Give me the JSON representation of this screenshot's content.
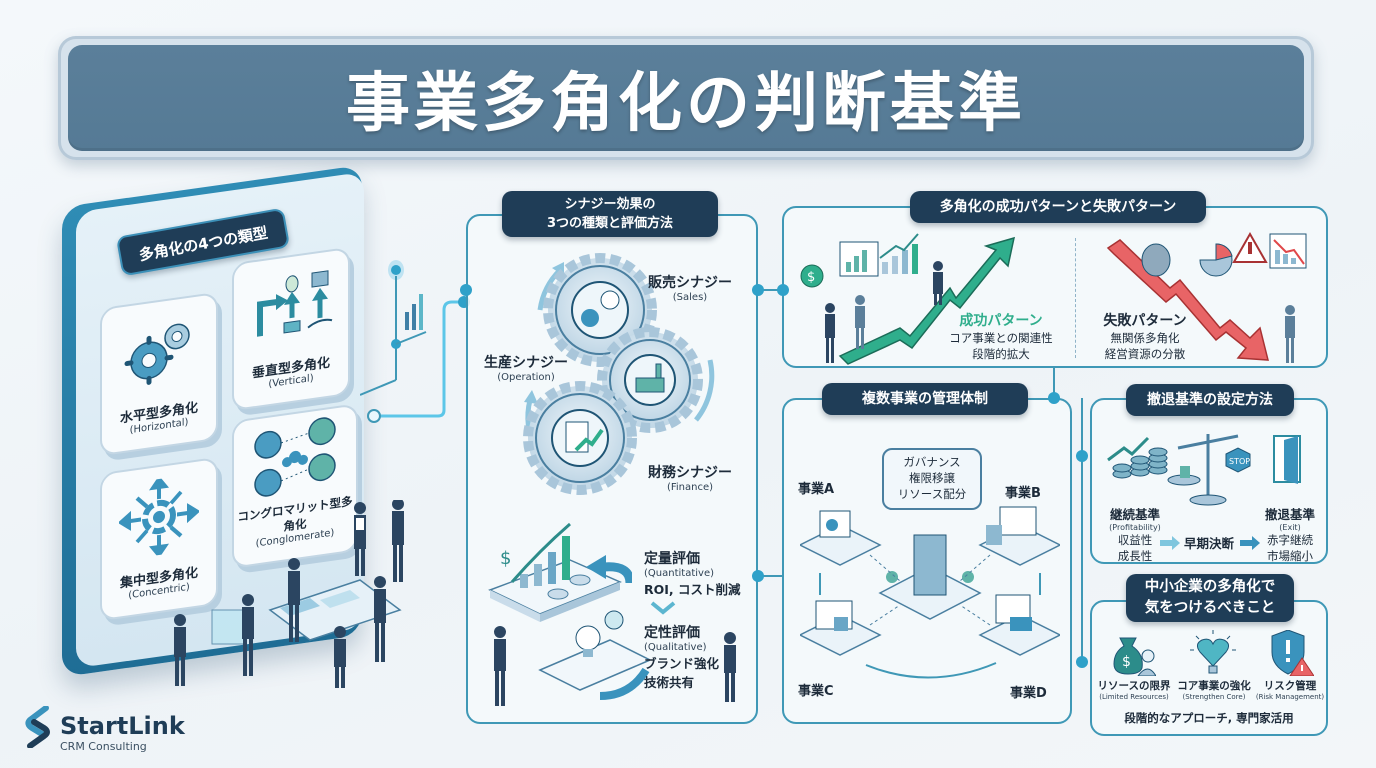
{
  "header": {
    "title": "事業多角化の判断基準"
  },
  "types_section": {
    "title": "多角化の4つの類型",
    "types": [
      {
        "jp": "水平型多角化",
        "en": "(Horizontal)",
        "icon": "gears-icon"
      },
      {
        "jp": "垂直型多角化",
        "en": "(Vertical)",
        "icon": "supply-chain-icon"
      },
      {
        "jp": "集中型多角化",
        "en": "(Concentric)",
        "icon": "radial-arrows-icon"
      },
      {
        "jp": "コングロマリット型多角化",
        "en": "(Conglomerate)",
        "icon": "network-icon"
      }
    ]
  },
  "synergy_section": {
    "title_line1": "シナジー効果の",
    "title_line2": "3つの種類と評価方法",
    "synergies": [
      {
        "jp": "販売シナジー",
        "en": "(Sales)"
      },
      {
        "jp": "生産シナジー",
        "en": "(Operation)"
      },
      {
        "jp": "財務シナジー",
        "en": "(Finance)"
      }
    ],
    "evaluation": {
      "quantitative": {
        "jp": "定量評価",
        "en": "(Quantitative)",
        "detail": "ROI, コスト削減"
      },
      "qualitative": {
        "jp": "定性評価",
        "en": "(Qualitative)",
        "detail_1": "ブランド強化",
        "detail_2": "技術共有"
      }
    }
  },
  "patterns_section": {
    "title": "多角化の成功パターンと失敗パターン",
    "success": {
      "title": "成功パターン",
      "line1": "コア事業との関連性",
      "line2": "段階的拡大",
      "color": "#2fae8c"
    },
    "failure": {
      "title": "失敗パターン",
      "line1": "無関係多角化",
      "line2": "経営資源の分散",
      "color": "#e0484a"
    }
  },
  "management_section": {
    "title": "複数事業の管理体制",
    "hub_lines": [
      "ガバナンス",
      "権限移譲",
      "リソース配分"
    ],
    "businesses": [
      "事業A",
      "事業B",
      "事業C",
      "事業D"
    ]
  },
  "exit_section": {
    "title": "撤退基準の設定方法",
    "continue": {
      "jp": "継続基準",
      "en": "(Profitability)",
      "line1": "収益性",
      "line2": "成長性"
    },
    "middle": "早期決断",
    "exit": {
      "jp": "撤退基準",
      "en": "(Exit)",
      "line1": "赤字継続",
      "line2": "市場縮小"
    },
    "stop_sign": "STOP"
  },
  "sme_section": {
    "title_line1": "中小企業の多角化で",
    "title_line2": "気をつけるべきこと",
    "items": [
      {
        "jp": "リソースの限界",
        "en": "(Limited Resources)",
        "icon": "money-bag-icon"
      },
      {
        "jp": "コア事業の強化",
        "en": "(Strengthen Core)",
        "icon": "heart-bulb-icon"
      },
      {
        "jp": "リスク管理",
        "en": "(Risk Management)",
        "icon": "shield-warning-icon"
      }
    ],
    "footer": "段階的なアプローチ, 専門家活用"
  },
  "logo": {
    "name": "StartLink",
    "sub": "CRM Consulting"
  },
  "colors": {
    "accent": "#3f98b6",
    "navy": "#1f3d57",
    "title_bg": "#557a95"
  }
}
